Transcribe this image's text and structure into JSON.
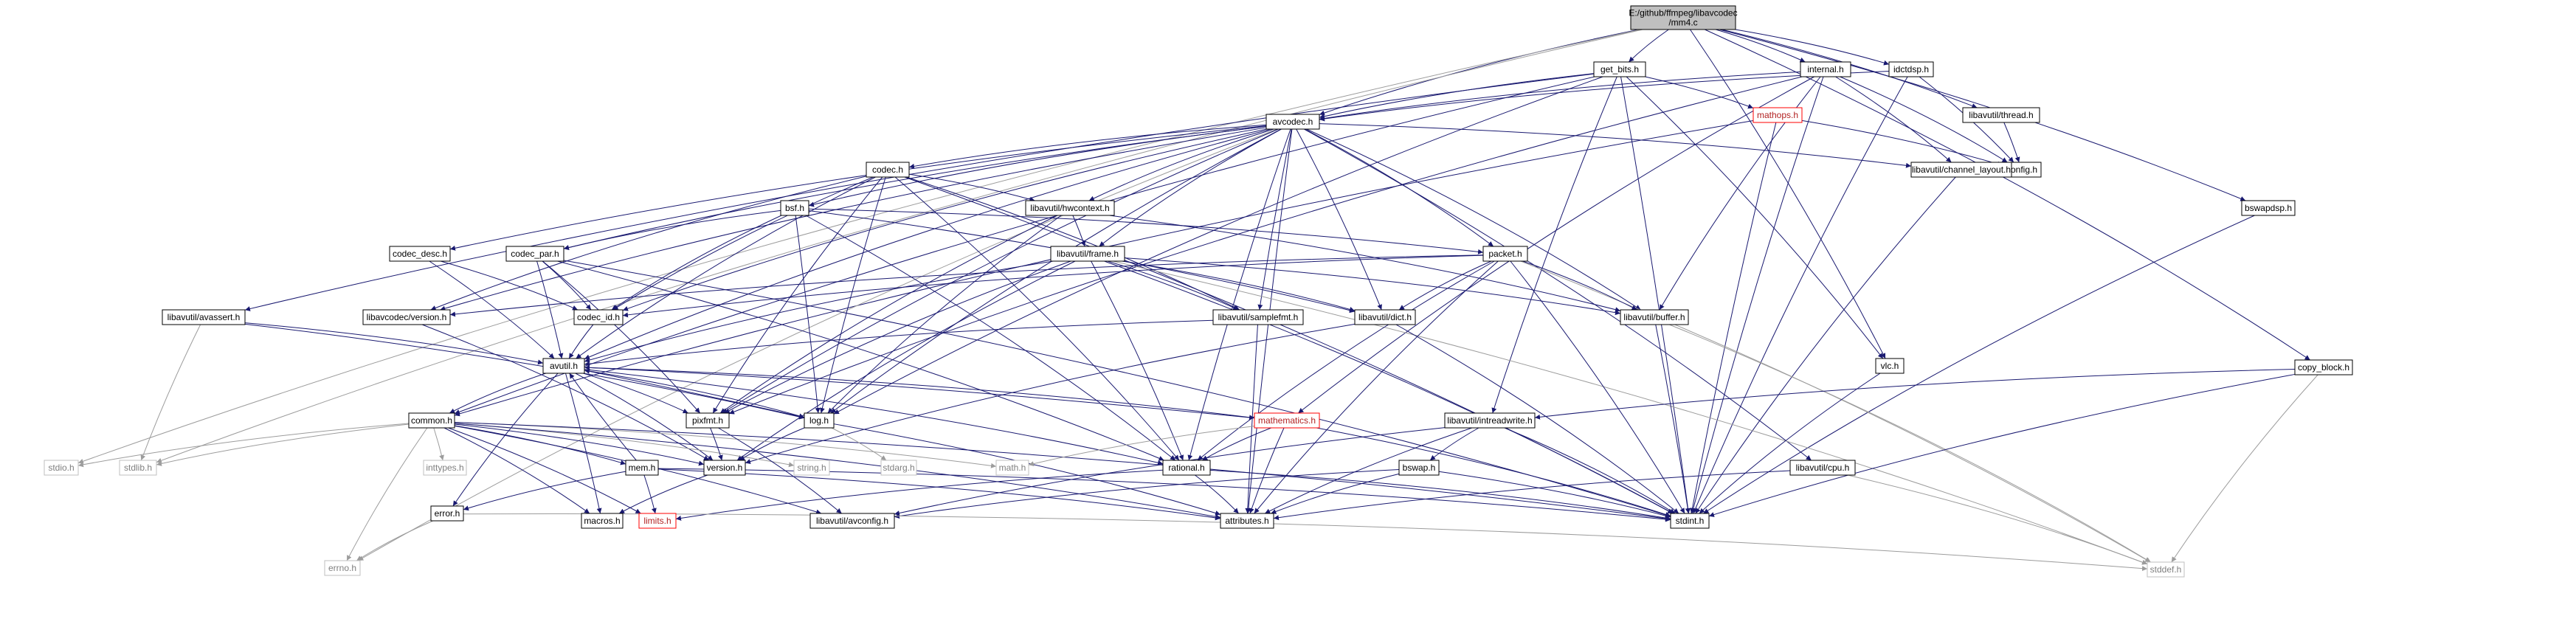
{
  "colors": {
    "edge_primary": "#191970",
    "edge_secondary": "#9c9c9c",
    "root_fill": "#bfbfbf",
    "node_fill": "#ffffff",
    "node_border": "#000000",
    "external_border": "#bfbfbf",
    "missing_border": "#ff0000",
    "external_text": "#7f7f7f",
    "missing_text": "#b22222",
    "text": "#000000"
  },
  "nodes": [
    {
      "id": "root",
      "label": "E:/github/ffmpeg/libavcodec\n/mm4.c",
      "kind": "root"
    },
    {
      "id": "get_bits",
      "label": "get_bits.h",
      "kind": "doc"
    },
    {
      "id": "internal",
      "label": "internal.h",
      "kind": "doc"
    },
    {
      "id": "idctdsp",
      "label": "idctdsp.h",
      "kind": "doc"
    },
    {
      "id": "lu_thread",
      "label": "libavutil/thread.h",
      "kind": "doc"
    },
    {
      "id": "config",
      "label": "config.h",
      "kind": "doc"
    },
    {
      "id": "mathops",
      "label": "mathops.h",
      "kind": "missing"
    },
    {
      "id": "avcodec",
      "label": "avcodec.h",
      "kind": "doc"
    },
    {
      "id": "lu_chlayout",
      "label": "libavutil/channel_layout.h",
      "kind": "doc"
    },
    {
      "id": "codec",
      "label": "codec.h",
      "kind": "doc"
    },
    {
      "id": "bsf",
      "label": "bsf.h",
      "kind": "doc"
    },
    {
      "id": "lu_hwcontext",
      "label": "libavutil/hwcontext.h",
      "kind": "doc"
    },
    {
      "id": "bswapdsp",
      "label": "bswapdsp.h",
      "kind": "doc"
    },
    {
      "id": "codec_desc",
      "label": "codec_desc.h",
      "kind": "doc"
    },
    {
      "id": "codec_par",
      "label": "codec_par.h",
      "kind": "doc"
    },
    {
      "id": "lu_frame",
      "label": "libavutil/frame.h",
      "kind": "doc"
    },
    {
      "id": "packet",
      "label": "packet.h",
      "kind": "doc"
    },
    {
      "id": "lu_avassert",
      "label": "libavutil/avassert.h",
      "kind": "doc"
    },
    {
      "id": "lc_version",
      "label": "libavcodec/version.h",
      "kind": "doc"
    },
    {
      "id": "codec_id",
      "label": "codec_id.h",
      "kind": "doc"
    },
    {
      "id": "lu_samplefmt",
      "label": "libavutil/samplefmt.h",
      "kind": "doc"
    },
    {
      "id": "lu_dict",
      "label": "libavutil/dict.h",
      "kind": "doc"
    },
    {
      "id": "lu_buffer",
      "label": "libavutil/buffer.h",
      "kind": "doc"
    },
    {
      "id": "vlc",
      "label": "vlc.h",
      "kind": "doc"
    },
    {
      "id": "copy_block",
      "label": "copy_block.h",
      "kind": "doc"
    },
    {
      "id": "avutil",
      "label": "avutil.h",
      "kind": "doc"
    },
    {
      "id": "common",
      "label": "common.h",
      "kind": "doc"
    },
    {
      "id": "pixfmt",
      "label": "pixfmt.h",
      "kind": "doc"
    },
    {
      "id": "log",
      "label": "log.h",
      "kind": "doc"
    },
    {
      "id": "mathematics",
      "label": "mathematics.h",
      "kind": "missing"
    },
    {
      "id": "lu_intreadwrite",
      "label": "libavutil/intreadwrite.h",
      "kind": "doc"
    },
    {
      "id": "stdio",
      "label": "stdio.h",
      "kind": "external"
    },
    {
      "id": "stdlib",
      "label": "stdlib.h",
      "kind": "external"
    },
    {
      "id": "inttypes",
      "label": "inttypes.h",
      "kind": "external"
    },
    {
      "id": "mem",
      "label": "mem.h",
      "kind": "doc"
    },
    {
      "id": "version",
      "label": "version.h",
      "kind": "doc"
    },
    {
      "id": "string",
      "label": "string.h",
      "kind": "external"
    },
    {
      "id": "stdarg",
      "label": "stdarg.h",
      "kind": "external"
    },
    {
      "id": "math",
      "label": "math.h",
      "kind": "external"
    },
    {
      "id": "rational",
      "label": "rational.h",
      "kind": "doc"
    },
    {
      "id": "bswap",
      "label": "bswap.h",
      "kind": "doc"
    },
    {
      "id": "lu_cpu",
      "label": "libavutil/cpu.h",
      "kind": "doc"
    },
    {
      "id": "error",
      "label": "error.h",
      "kind": "doc"
    },
    {
      "id": "macros",
      "label": "macros.h",
      "kind": "doc"
    },
    {
      "id": "limits",
      "label": "limits.h",
      "kind": "missing"
    },
    {
      "id": "lu_avconfig",
      "label": "libavutil/avconfig.h",
      "kind": "doc"
    },
    {
      "id": "attributes",
      "label": "attributes.h",
      "kind": "doc"
    },
    {
      "id": "stdint",
      "label": "stdint.h",
      "kind": "doc"
    },
    {
      "id": "errno",
      "label": "errno.h",
      "kind": "external"
    },
    {
      "id": "stddef",
      "label": "stddef.h",
      "kind": "external"
    }
  ],
  "edges": [
    [
      "root",
      "get_bits"
    ],
    [
      "root",
      "internal"
    ],
    [
      "root",
      "idctdsp"
    ],
    [
      "root",
      "lu_thread"
    ],
    [
      "root",
      "avcodec"
    ],
    [
      "root",
      "bswapdsp"
    ],
    [
      "root",
      "copy_block"
    ],
    [
      "root",
      "stdio"
    ],
    [
      "root",
      "stdlib"
    ],
    [
      "root",
      "vlc"
    ],
    [
      "get_bits",
      "avcodec"
    ],
    [
      "get_bits",
      "mathops"
    ],
    [
      "get_bits",
      "lu_intreadwrite"
    ],
    [
      "get_bits",
      "common"
    ],
    [
      "get_bits",
      "stdint"
    ],
    [
      "get_bits",
      "log"
    ],
    [
      "get_bits",
      "lu_avassert"
    ],
    [
      "get_bits",
      "vlc"
    ],
    [
      "internal",
      "avcodec"
    ],
    [
      "internal",
      "config"
    ],
    [
      "internal",
      "lu_buffer"
    ],
    [
      "internal",
      "lu_chlayout"
    ],
    [
      "internal",
      "mathematics"
    ],
    [
      "internal",
      "pixfmt"
    ],
    [
      "internal",
      "stdint"
    ],
    [
      "idctdsp",
      "config"
    ],
    [
      "idctdsp",
      "avcodec"
    ],
    [
      "idctdsp",
      "stdint"
    ],
    [
      "lu_thread",
      "config"
    ],
    [
      "mathops",
      "config"
    ],
    [
      "mathops",
      "common"
    ],
    [
      "mathops",
      "stdint"
    ],
    [
      "avcodec",
      "errno"
    ],
    [
      "avcodec",
      "lu_samplefmt"
    ],
    [
      "avcodec",
      "attributes"
    ],
    [
      "avcodec",
      "avutil"
    ],
    [
      "avcodec",
      "lu_buffer"
    ],
    [
      "avcodec",
      "lu_cpu"
    ],
    [
      "avcodec",
      "lu_chlayout"
    ],
    [
      "avcodec",
      "lu_dict"
    ],
    [
      "avcodec",
      "lu_frame"
    ],
    [
      "avcodec",
      "lu_hwcontext"
    ],
    [
      "avcodec",
      "log"
    ],
    [
      "avcodec",
      "pixfmt"
    ],
    [
      "avcodec",
      "rational"
    ],
    [
      "avcodec",
      "codec"
    ],
    [
      "avcodec",
      "codec_desc"
    ],
    [
      "avcodec",
      "codec_id"
    ],
    [
      "avcodec",
      "codec_par"
    ],
    [
      "avcodec",
      "packet"
    ],
    [
      "avcodec",
      "lc_version"
    ],
    [
      "avcodec",
      "bsf"
    ],
    [
      "lu_chlayout",
      "stdint"
    ],
    [
      "codec",
      "stdint"
    ],
    [
      "codec",
      "lu_hwcontext"
    ],
    [
      "codec",
      "log"
    ],
    [
      "codec",
      "pixfmt"
    ],
    [
      "codec",
      "rational"
    ],
    [
      "codec",
      "lu_samplefmt"
    ],
    [
      "codec",
      "lc_version"
    ],
    [
      "codec",
      "codec_id"
    ],
    [
      "codec",
      "avutil"
    ],
    [
      "bsf",
      "lu_dict"
    ],
    [
      "bsf",
      "log"
    ],
    [
      "bsf",
      "rational"
    ],
    [
      "bsf",
      "codec_id"
    ],
    [
      "bsf",
      "codec_par"
    ],
    [
      "bsf",
      "packet"
    ],
    [
      "lu_hwcontext",
      "lu_buffer"
    ],
    [
      "lu_hwcontext",
      "lu_frame"
    ],
    [
      "lu_hwcontext",
      "log"
    ],
    [
      "lu_hwcontext",
      "pixfmt"
    ],
    [
      "bswapdsp",
      "stdint"
    ],
    [
      "codec_desc",
      "avutil"
    ],
    [
      "codec_desc",
      "codec_id"
    ],
    [
      "codec_par",
      "stdint"
    ],
    [
      "codec_par",
      "avutil"
    ],
    [
      "codec_par",
      "rational"
    ],
    [
      "codec_par",
      "pixfmt"
    ],
    [
      "codec_par",
      "codec_id"
    ],
    [
      "lu_frame",
      "stddef"
    ],
    [
      "lu_frame",
      "stdint"
    ],
    [
      "lu_frame",
      "avutil"
    ],
    [
      "lu_frame",
      "lu_buffer"
    ],
    [
      "lu_frame",
      "lu_dict"
    ],
    [
      "lu_frame",
      "rational"
    ],
    [
      "lu_frame",
      "lu_samplefmt"
    ],
    [
      "lu_frame",
      "pixfmt"
    ],
    [
      "lu_frame",
      "version"
    ],
    [
      "packet",
      "stddef"
    ],
    [
      "packet",
      "stdint"
    ],
    [
      "packet",
      "attributes"
    ],
    [
      "packet",
      "lu_buffer"
    ],
    [
      "packet",
      "lu_dict"
    ],
    [
      "packet",
      "rational"
    ],
    [
      "packet",
      "codec_id"
    ],
    [
      "packet",
      "lc_version"
    ],
    [
      "lu_avassert",
      "stdlib"
    ],
    [
      "lu_avassert",
      "avutil"
    ],
    [
      "lu_avassert",
      "log"
    ],
    [
      "lc_version",
      "version"
    ],
    [
      "codec_id",
      "avutil"
    ],
    [
      "lu_samplefmt",
      "avutil"
    ],
    [
      "lu_samplefmt",
      "attributes"
    ],
    [
      "lu_dict",
      "stdint"
    ],
    [
      "lu_dict",
      "version"
    ],
    [
      "lu_buffer",
      "stddef"
    ],
    [
      "lu_buffer",
      "stdint"
    ],
    [
      "vlc",
      "stdint"
    ],
    [
      "copy_block",
      "stdint"
    ],
    [
      "copy_block",
      "lu_intreadwrite"
    ],
    [
      "copy_block",
      "stddef"
    ],
    [
      "avutil",
      "common"
    ],
    [
      "avutil",
      "error"
    ],
    [
      "avutil",
      "rational"
    ],
    [
      "avutil",
      "version"
    ],
    [
      "avutil",
      "macros"
    ],
    [
      "avutil",
      "mathematics"
    ],
    [
      "avutil",
      "log"
    ],
    [
      "avutil",
      "pixfmt"
    ],
    [
      "common",
      "errno"
    ],
    [
      "common",
      "inttypes"
    ],
    [
      "common",
      "limits"
    ],
    [
      "common",
      "math"
    ],
    [
      "common",
      "stdint"
    ],
    [
      "common",
      "stdio"
    ],
    [
      "common",
      "stdlib"
    ],
    [
      "common",
      "string"
    ],
    [
      "common",
      "attributes"
    ],
    [
      "common",
      "macros"
    ],
    [
      "common",
      "version"
    ],
    [
      "common",
      "lu_avconfig"
    ],
    [
      "common",
      "mem"
    ],
    [
      "pixfmt",
      "lu_avconfig"
    ],
    [
      "pixfmt",
      "version"
    ],
    [
      "log",
      "stdarg"
    ],
    [
      "log",
      "avutil"
    ],
    [
      "log",
      "attributes"
    ],
    [
      "log",
      "version"
    ],
    [
      "mathematics",
      "stdint"
    ],
    [
      "mathematics",
      "math"
    ],
    [
      "mathematics",
      "attributes"
    ],
    [
      "mathematics",
      "rational"
    ],
    [
      "mathematics",
      "avutil"
    ],
    [
      "lu_intreadwrite",
      "stdint"
    ],
    [
      "lu_intreadwrite",
      "lu_avconfig"
    ],
    [
      "lu_intreadwrite",
      "attributes"
    ],
    [
      "lu_intreadwrite",
      "bswap"
    ],
    [
      "mem",
      "limits"
    ],
    [
      "mem",
      "stdint"
    ],
    [
      "mem",
      "attributes"
    ],
    [
      "mem",
      "error"
    ],
    [
      "mem",
      "avutil"
    ],
    [
      "version",
      "macros"
    ],
    [
      "rational",
      "stdint"
    ],
    [
      "rational",
      "limits"
    ],
    [
      "rational",
      "attributes"
    ],
    [
      "bswap",
      "stdint"
    ],
    [
      "bswap",
      "lu_avconfig"
    ],
    [
      "bswap",
      "attributes"
    ],
    [
      "lu_cpu",
      "stddef"
    ],
    [
      "lu_cpu",
      "attributes"
    ],
    [
      "error",
      "errno"
    ],
    [
      "error",
      "stddef"
    ]
  ]
}
